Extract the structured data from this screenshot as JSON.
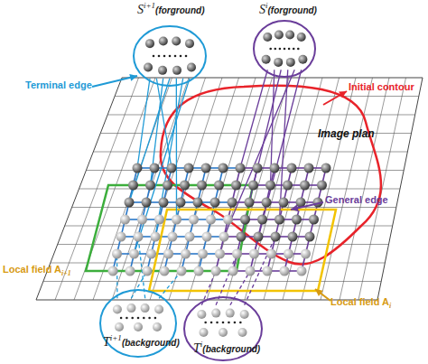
{
  "diagram": {
    "nodes": [
      {
        "text": [
          "S",
          "i+1",
          "(forground)"
        ]
      },
      {
        "text": [
          "S",
          "i",
          "(forground)"
        ]
      },
      {
        "text": [
          "T",
          "i+1",
          "(background)"
        ]
      },
      {
        "text": [
          "T",
          "i",
          "(background)"
        ]
      }
    ],
    "labels": [
      "Terminal edge",
      "Initial contour",
      "Image plan",
      "General edge",
      "Local field A",
      "i+1",
      "Local field A",
      "i"
    ]
  }
}
